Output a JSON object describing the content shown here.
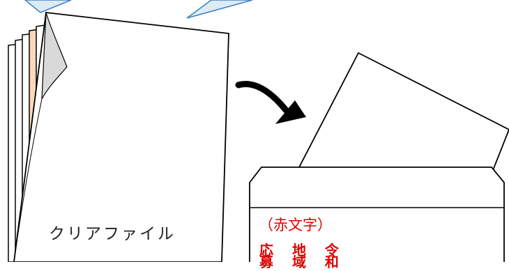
{
  "labels": {
    "clear_file": "クリアファイル",
    "red_text_note": "（赤文字）",
    "red_chars_row1": "応 地 令",
    "red_chars_row2": "募 域 和"
  },
  "colors": {
    "outline": "#000000",
    "paper_fill": "#ffffff",
    "orange_sheet": "#f8d9b8",
    "callout_fill": "#dcebf5",
    "callout_stroke": "#3d7fc1",
    "red_text": "#e00000"
  },
  "icons": {
    "arrow": "curved-arrow-icon"
  }
}
